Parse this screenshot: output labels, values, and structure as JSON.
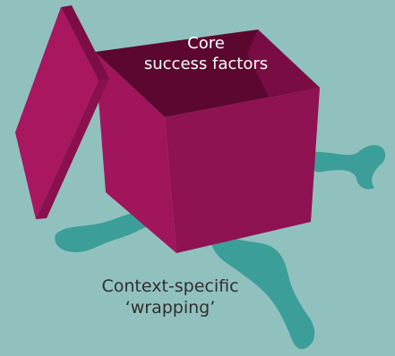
{
  "labels": {
    "box_line1": "Core",
    "box_line2": "success factors",
    "context_line1": "Context-specific",
    "context_line2": "‘wrapping’"
  },
  "colors": {
    "background": "#91c1bf",
    "wrapping_ribbon": "#3c9e98",
    "box_front": "#a0155c",
    "box_side": "#850f4a",
    "box_inside": "#5c0730",
    "box_inner_wall": "#7a0c44",
    "lid_face": "#a8175f",
    "lid_edge": "#7d0d47",
    "box_label_text": "#ffffff",
    "context_label_text": "#2f2f2f"
  }
}
